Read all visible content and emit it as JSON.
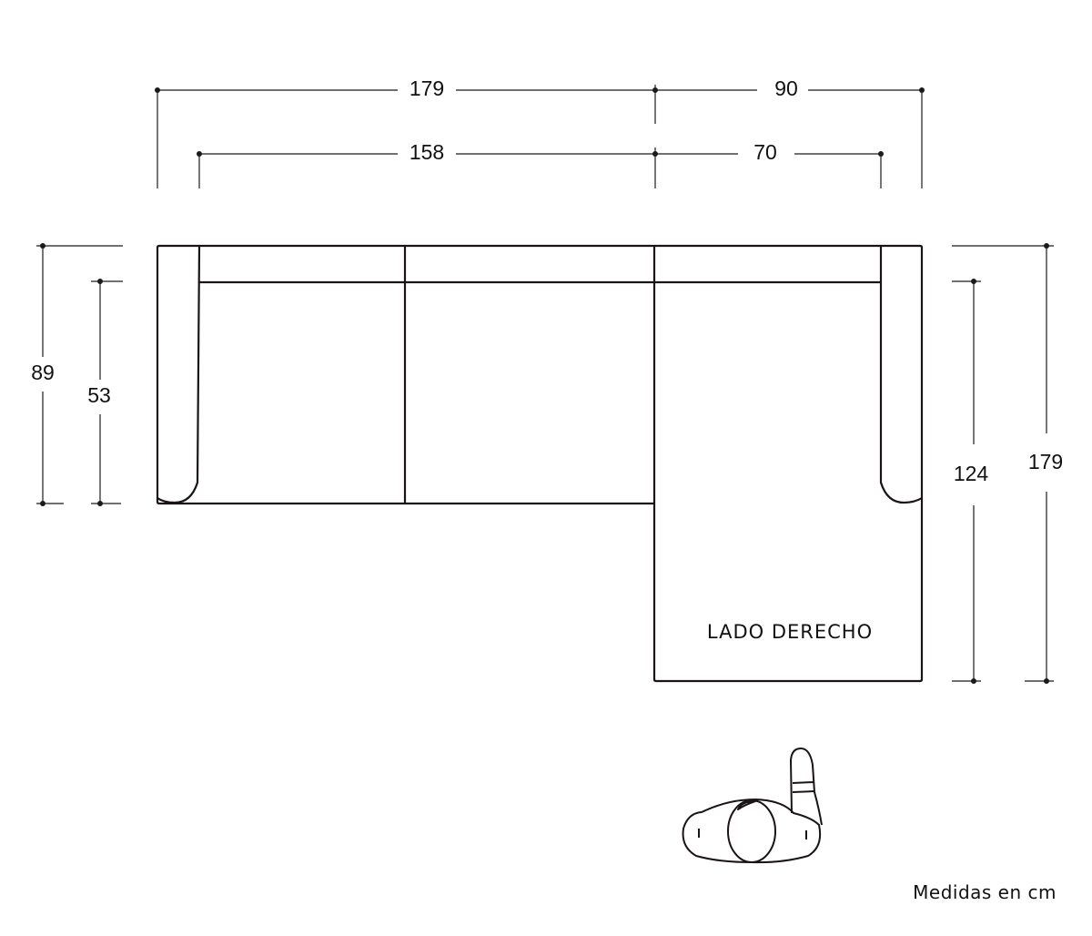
{
  "dimensions": {
    "top_total_left": "179",
    "top_total_right": "90",
    "top_inner_left": "158",
    "top_inner_right": "70",
    "left_total_height": "89",
    "left_seat_height": "53",
    "right_inner_depth": "124",
    "right_total_depth": "179"
  },
  "chaise_label": "LADO DERECHO",
  "units_note": "Medidas en cm",
  "icons": {
    "person": "person-top-view-icon"
  }
}
